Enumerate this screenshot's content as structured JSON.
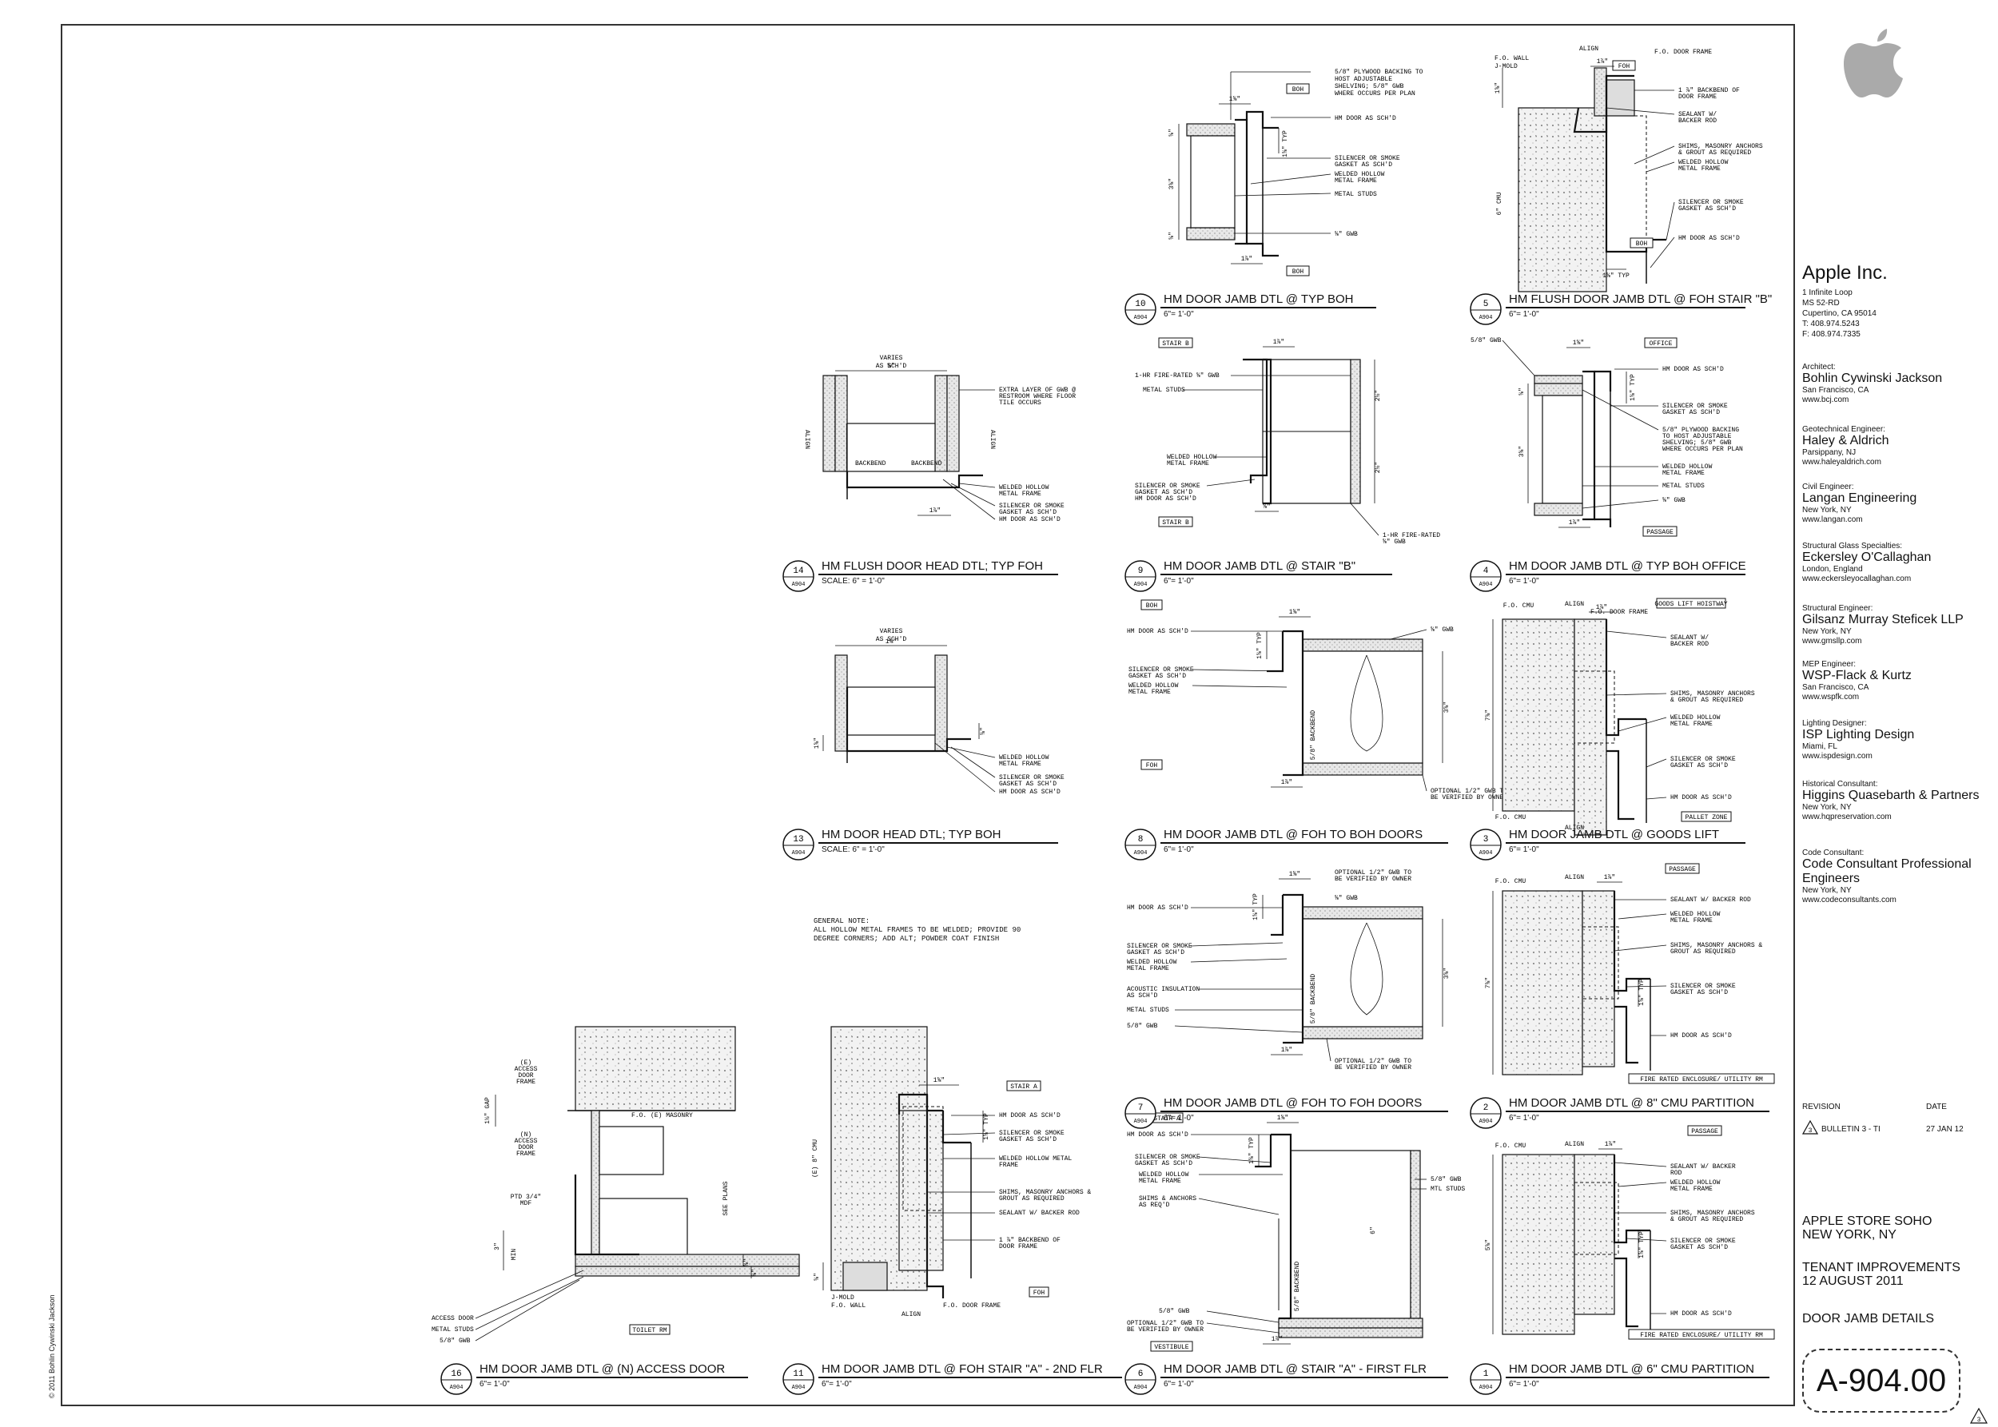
{
  "copyright": "© 2011 Bohlin Cywinski Jackson",
  "title_block": {
    "client": "Apple Inc.",
    "address": [
      "1 Infinite Loop",
      "MS 52-RD",
      "Cupertino, CA 95014",
      "T: 408.974.5243",
      "F: 408.974.7335"
    ],
    "consultants": [
      {
        "role": "Architect:",
        "name": "Bohlin Cywinski Jackson",
        "info": [
          "San Francisco, CA",
          "www.bcj.com"
        ]
      },
      {
        "role": "Geotechnical Engineer:",
        "name": "Haley & Aldrich",
        "info": [
          "Parsippany, NJ",
          "www.haleyaldrich.com"
        ]
      },
      {
        "role": "Civil Engineer:",
        "name": "Langan Engineering",
        "info": [
          "New York, NY",
          "www.langan.com"
        ]
      },
      {
        "role": "Structural Glass Specialties:",
        "name": "Eckersley O'Callaghan",
        "info": [
          "London, England",
          "www.eckersleyocallaghan.com"
        ]
      },
      {
        "role": "Structural Engineer:",
        "name": "Gilsanz Murray Steficek LLP",
        "info": [
          "New York, NY",
          "www.gmsllp.com"
        ]
      },
      {
        "role": "MEP Engineer:",
        "name": "WSP-Flack & Kurtz",
        "info": [
          "San Francisco, CA",
          "www.wspfk.com"
        ]
      },
      {
        "role": "Lighting Designer:",
        "name": "ISP Lighting Design",
        "info": [
          "Miami, FL",
          "www.ispdesign.com"
        ]
      },
      {
        "role": "Historical Consultant:",
        "name": "Higgins Quasebarth & Partners",
        "info": [
          "New York, NY",
          "www.hqpreservation.com"
        ]
      },
      {
        "role": "Code Consultant:",
        "name": "Code Consultant Professional Engineers",
        "info": [
          "New York, NY",
          "www.codeconsultants.com"
        ]
      }
    ],
    "revision_header": "REVISION",
    "date_header": "DATE",
    "revision": {
      "label": "BULLETIN 3 - TI",
      "date": "27 JAN 12",
      "number": "3"
    },
    "project": "APPLE STORE SOHO\nNEW YORK, NY",
    "phase": "TENANT IMPROVEMENTS\n12 AUGUST 2011",
    "sheet_title": "DOOR JAMB DETAILS",
    "sheet_number": "A-904.00"
  },
  "general_note": "GENERAL NOTE:\nALL HOLLOW METAL FRAMES TO BE WELDED; PROVIDE 90\nDEGREE CORNERS; ADD ALT; POWDER COAT FINISH",
  "details": [
    {
      "num": "10",
      "sheet": "A904",
      "title": "HM DOOR JAMB DTL @ TYP BOH",
      "scale": "6\"= 1'-0\"",
      "labels": [
        "5/8\" PLYWOOD BACKING TO",
        "HOST ADJUSTABLE",
        "SHELVING; 5/8\" GWB",
        "WHERE OCCURS PER PLAN",
        "HM DOOR AS SCH'D",
        "SILENCER OR SMOKE",
        "GASKET AS SCH'D",
        "WELDED HOLLOW",
        "METAL FRAME",
        "METAL STUDS",
        "⅝\" GWB"
      ],
      "tags": [
        "BOH",
        "BOH"
      ],
      "dims": [
        "1⅝\"",
        "⅝\"",
        "3⅝\"",
        "⅝\"",
        "1⅞\"",
        "1⅝\" TYP"
      ]
    },
    {
      "num": "5",
      "sheet": "A904",
      "title": "HM FLUSH DOOR JAMB DTL @ FOH STAIR \"B\"",
      "scale": "6\"= 1'-0\"",
      "labels": [
        "F.O. WALL",
        "J-MOLD",
        "ALIGN",
        "F.O. DOOR FRAME",
        "1 ⅞\" BACKBEND OF",
        "DOOR FRAME",
        "SEALANT W/",
        "BACKER ROD",
        "SHIMS, MASONRY ANCHORS",
        "& GROUT AS REQUIRED",
        "WELDED HOLLOW",
        "METAL FRAME",
        "SILENCER OR SMOKE",
        "GASKET AS SCH'D",
        "HM DOOR AS SCH'D",
        "6\" CMU"
      ],
      "tags": [
        "FOH",
        "BOH"
      ],
      "dims": [
        "1⅞\"",
        "1⅝\"",
        "⅝\"",
        "1⅝\" TYP",
        "⅝\""
      ]
    },
    {
      "num": "14",
      "sheet": "A904",
      "title": "HM FLUSH DOOR HEAD DTL; TYP FOH",
      "scale": "SCALE: 6\" = 1'-0\"",
      "labels": [
        "VARIES",
        "AS SCH'D",
        "EXTRA LAYER OF GWB @",
        "RESTROOM WHERE FLOOR",
        "TILE OCCURS",
        "ALIGN",
        "ALIGN",
        "BACKBEND",
        "BACKBEND",
        "WELDED HOLLOW",
        "METAL FRAME",
        "SILENCER OR SMOKE",
        "GASKET AS SCH'D",
        "HM DOOR AS SCH'D"
      ],
      "tags": [],
      "dims": [
        "⅝\"",
        "⅝\"",
        "1⅝\"",
        "1⅝\"",
        "1⅞\""
      ]
    },
    {
      "num": "9",
      "sheet": "A904",
      "title": "HM DOOR JAMB DTL @ STAIR \"B\"",
      "scale": "6\"= 1'-0\"",
      "labels": [
        "1-HR FIRE-RATED ⅝\" GWB",
        "METAL STUDS",
        "WELDED HOLLOW",
        "METAL FRAME",
        "SILENCER OR SMOKE",
        "GASKET AS SCH'D",
        "HM DOOR AS SCH'D",
        "1-HR FIRE-RATED",
        "⅝\" GWB"
      ],
      "tags": [
        "STAIR B",
        "STAIR B"
      ],
      "dims": [
        "1⅞\"",
        "2½\"",
        "2½\"",
        "1⅝\" TYP",
        "⅝\""
      ]
    },
    {
      "num": "4",
      "sheet": "A904",
      "title": "HM DOOR JAMB DTL @ TYP BOH OFFICE",
      "scale": "6\"= 1'-0\"",
      "labels": [
        "5/8\" GWB",
        "HM DOOR AS SCH'D",
        "SILENCER OR SMOKE",
        "GASKET AS SCH'D",
        "5/8\" PLYWOOD BACKING",
        "TO HOST ADJUSTABLE",
        "SHELVING; 5/8\" GWB",
        "WHERE OCCURS PER PLAN",
        "WELDED HOLLOW",
        "METAL FRAME",
        "METAL STUDS",
        "⅝\" GWB"
      ],
      "tags": [
        "OFFICE",
        "PASSAGE"
      ],
      "dims": [
        "1⅝\"",
        "⅝\"",
        "3⅝\"",
        "⅝\"",
        "1⅞\"",
        "1⅝\" TYP"
      ]
    },
    {
      "num": "13",
      "sheet": "A904",
      "title": "HM DOOR HEAD DTL; TYP BOH",
      "scale": "SCALE: 6\" = 1'-0\"",
      "labels": [
        "VARIES",
        "AS SCH'D",
        "WELDED HOLLOW",
        "METAL FRAME",
        "SILENCER OR SMOKE",
        "GASKET AS SCH'D",
        "HM DOOR AS SCH'D"
      ],
      "tags": [],
      "dims": [
        "1⅝\"",
        "⅝\""
      ]
    },
    {
      "num": "8",
      "sheet": "A904",
      "title": "HM DOOR JAMB DTL @ FOH TO BOH DOORS",
      "scale": "6\"= 1'-0\"",
      "labels": [
        "HM DOOR AS SCH'D",
        "SILENCER OR SMOKE",
        "GASKET AS SCH'D",
        "WELDED HOLLOW",
        "METAL FRAME",
        "⅝\" GWB",
        "5/8\" BACKBEND",
        "OPTIONAL 1/2\" GWB TO",
        "BE VERIFIED BY OWNER"
      ],
      "tags": [
        "BOH",
        "FOH"
      ],
      "dims": [
        "1⅝\"",
        "1⅝\" TYP",
        "3⅝\"",
        "1⅞\"",
        "⅝\""
      ]
    },
    {
      "num": "3",
      "sheet": "A904",
      "title": "HM DOOR JAMB DTL @ GOODS LIFT",
      "scale": "6\"= 1'-0\"",
      "labels": [
        "F.O. CMU",
        "ALIGN",
        "F.O. DOOR FRAME",
        "SEALANT W/",
        "BACKER ROD",
        "SHIMS, MASONRY ANCHORS",
        "& GROUT AS REQUIRED",
        "WELDED HOLLOW",
        "METAL FRAME",
        "SILENCER OR SMOKE",
        "GASKET AS SCH'D",
        "HM DOOR AS SCH'D",
        "F.O. CMU",
        "ALIGN"
      ],
      "tags": [
        "GOODS LIFT HOISTWAY",
        "PALLET ZONE"
      ],
      "dims": [
        "1⅞\"",
        "7⅝\"",
        "1⅝\" TYP",
        "⅝\""
      ]
    },
    {
      "num": "7",
      "sheet": "A904",
      "title": "HM DOOR JAMB DTL @ FOH TO FOH DOORS",
      "scale": "6\"= 1'-0\"",
      "labels": [
        "OPTIONAL 1/2\" GWB TO",
        "BE VERIFIED BY OWNER",
        "HM DOOR AS SCH'D",
        "⅝\" GWB",
        "SILENCER OR SMOKE",
        "GASKET AS SCH'D",
        "WELDED HOLLOW",
        "METAL FRAME",
        "ACOUSTIC INSULATION",
        "AS SCH'D",
        "METAL STUDS",
        "5/8\" GWB",
        "5/8\" BACKBEND",
        "OPTIONAL 1/2\" GWB TO",
        "BE VERIFIED BY OWNER"
      ],
      "tags": [],
      "dims": [
        "1⅝\"",
        "1⅞\"",
        "1⅝\" TYP",
        "3⅝\""
      ]
    },
    {
      "num": "2",
      "sheet": "A904",
      "title": "HM DOOR JAMB DTL @ 8\" CMU PARTITION",
      "scale": "6\"= 1'-0\"",
      "labels": [
        "F.O. CMU",
        "ALIGN",
        "SEALANT W/ BACKER ROD",
        "WELDED HOLLOW",
        "METAL FRAME",
        "SHIMS, MASONRY ANCHORS &",
        "GROUT AS REQUIRED",
        "SILENCER OR SMOKE",
        "GASKET AS SCH'D",
        "HM DOOR AS SCH'D"
      ],
      "tags": [
        "PASSAGE",
        "FIRE RATED ENCLOSURE/ UTILITY RM"
      ],
      "dims": [
        "1⅞\"",
        "7⅝\"",
        "1⅝\" TYP"
      ]
    },
    {
      "num": "16",
      "sheet": "A904",
      "title": "HM DOOR JAMB DTL @ (N) ACCESS DOOR",
      "scale": "6\"= 1'-0\"",
      "labels": [
        "(E)",
        "ACCESS",
        "DOOR",
        "FRAME",
        "F.O. (E) MASONRY",
        "(N)",
        "ACCESS",
        "DOOR",
        "FRAME",
        "PTD 3/4\"",
        "MDF",
        "SEE PLANS",
        "ACCESS DOOR",
        "METAL STUDS",
        "5/8\" GWB",
        "MIN"
      ],
      "tags": [
        "TOILET RM"
      ],
      "dims": [
        "1½\" GAP",
        "3\"",
        "⅝\"",
        "⅝\""
      ]
    },
    {
      "num": "11",
      "sheet": "A904",
      "title": "HM DOOR JAMB DTL @ FOH STAIR \"A\" - 2ND FLR",
      "scale": "6\"= 1'-0\"",
      "labels": [
        "HM DOOR AS SCH'D",
        "SILENCER OR SMOKE",
        "GASKET AS SCH'D",
        "WELDED HOLLOW METAL",
        "FRAME",
        "SHIMS, MASONRY ANCHORS &",
        "GROUT AS REQUIRED",
        "SEALANT W/ BACKER ROD",
        "1 ⅞\" BACKBEND OF",
        "DOOR FRAME",
        "J-MOLD",
        "F.O. WALL",
        "ALIGN",
        "F.O. DOOR FRAME",
        "(E) 8\" CMU"
      ],
      "tags": [
        "STAIR A",
        "FOH"
      ],
      "dims": [
        "1⅝\"",
        "1⅝\" TYP",
        "⅝\"",
        "1⅞\""
      ]
    },
    {
      "num": "6",
      "sheet": "A904",
      "title": "HM DOOR JAMB DTL @ STAIR \"A\" - FIRST FLR",
      "scale": "6\"= 1'-0\"",
      "labels": [
        "HM DOOR AS SCH'D",
        "SILENCER OR SMOKE",
        "GASKET AS SCH'D",
        "WELDED HOLLOW",
        "METAL FRAME",
        "SHIMS & ANCHORS",
        "AS REQ'D",
        "5/8\" GWB",
        "MTL STUDS",
        "5/8\" GWB",
        "OPTIONAL 1/2\" GWB TO",
        "BE VERIFIED BY OWNER",
        "5/8\" BACKBEND",
        "6\""
      ],
      "tags": [
        "STAIR A",
        "VESTIBULE"
      ],
      "dims": [
        "1⅝\"",
        "1⅝\" TYP",
        "1⅞\""
      ]
    },
    {
      "num": "1",
      "sheet": "A904",
      "title": "HM DOOR JAMB DTL @ 6\" CMU PARTITION",
      "scale": "6\"= 1'-0\"",
      "labels": [
        "F.O. CMU",
        "ALIGN",
        "SEALANT W/ BACKER",
        "ROD",
        "WELDED HOLLOW",
        "METAL FRAME",
        "SHIMS, MASONRY ANCHORS",
        "& GROUT AS REQUIRED",
        "SILENCER OR SMOKE",
        "GASKET AS SCH'D",
        "HM DOOR AS SCH'D"
      ],
      "tags": [
        "PASSAGE",
        "FIRE RATED ENCLOSURE/ UTILITY RM"
      ],
      "dims": [
        "1⅞\"",
        "5⅝\"",
        "1⅝\" TYP"
      ]
    }
  ]
}
